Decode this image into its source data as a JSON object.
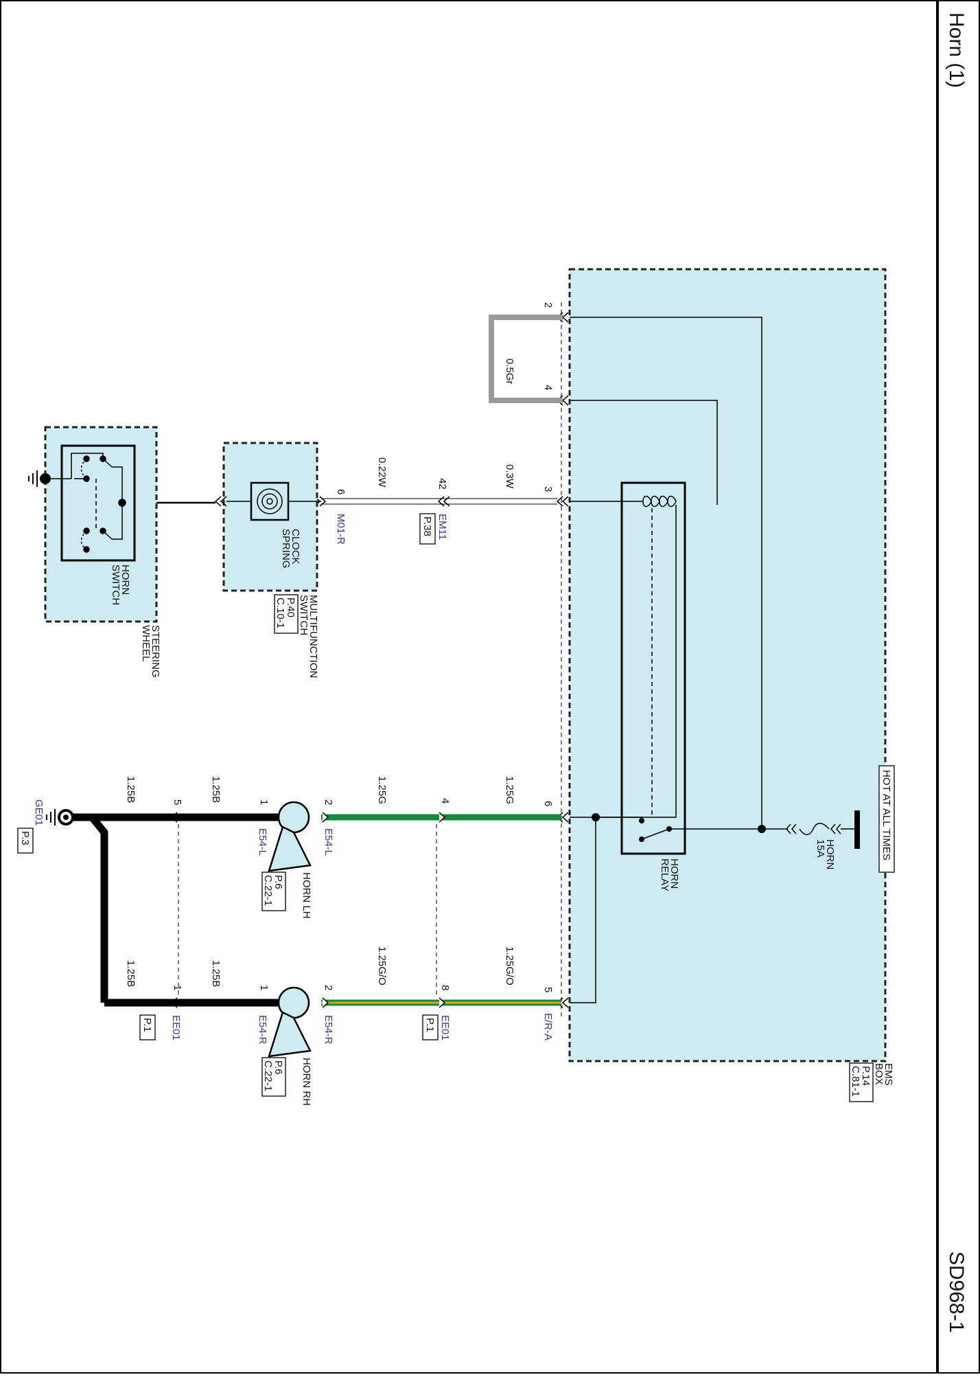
{
  "page": {
    "title": "Horn (1)",
    "code": "SD968-1"
  },
  "power": {
    "label": "HOT AT ALL TIMES",
    "fuse_name": "HORN",
    "fuse_rating": "15A"
  },
  "ems_box": {
    "name_1": "EMS",
    "name_2": "BOX",
    "ref_page": "P.14",
    "ref_conn": "C.81-1",
    "relay_1": "HORN",
    "relay_2": "RELAY",
    "connector_ra": "E/R-A"
  },
  "pins": {
    "ems_2": "2",
    "ems_4": "4",
    "ems_3": "3",
    "ems_6": "6",
    "ems_5": "5",
    "em11_pin": "42",
    "m01_pin": "6",
    "horn_lh_in": "2",
    "horn_lh_out": "1",
    "horn_rh_in": "2",
    "horn_rh_out": "1",
    "ee01_a": "4",
    "ee01_b": "8",
    "ee01_c": "5",
    "ee01_d": "1"
  },
  "wires": {
    "gray": "0.5Gr",
    "w1": "0.3W",
    "w2": "0.22W",
    "g1": "1.25G",
    "g2": "1.25G",
    "go1": "1.25G/O",
    "go2": "1.25G/O",
    "b1": "1.25B",
    "b2": "1.25B",
    "b3": "1.25B",
    "b4": "1.25B"
  },
  "connectors": {
    "em11": "EM11",
    "em11_ref": "P.38",
    "m01": "M01-R",
    "e54l_a": "E54-L",
    "e54l_b": "E54-L",
    "e54r_a": "E54-R",
    "e54r_b": "E54-R",
    "ee01_a": "EE01",
    "ee01_a_ref": "P.1",
    "ee01_b": "EE01",
    "ee01_b_ref": "P.1",
    "ge01": "GE01",
    "ge01_ref": "P.3"
  },
  "components": {
    "multifunction_1": "MULTIFUNCTION",
    "multifunction_2": "SWITCH",
    "multifunction_ref_p": "P.40",
    "multifunction_ref_c": "C.10-1",
    "clock_1": "CLOCK",
    "clock_2": "SPRING",
    "steering_1": "STEERING",
    "steering_2": "WHEEL",
    "horn_switch_1": "HORN",
    "horn_switch_2": "SWITCH",
    "horn_lh": "HORN LH",
    "horn_lh_ref_p": "P.6",
    "horn_lh_ref_c": "C.22-1",
    "horn_rh": "HORN RH",
    "horn_rh_ref_p": "P.6",
    "horn_rh_ref_c": "C.22-1"
  },
  "colors": {
    "box_fill": "#cdebf1",
    "green_wire": "#138a3c",
    "gray_wire": "#9a9a9a",
    "orange_stripe": "#e3a21a",
    "blue_text": "#2b3a9a"
  }
}
